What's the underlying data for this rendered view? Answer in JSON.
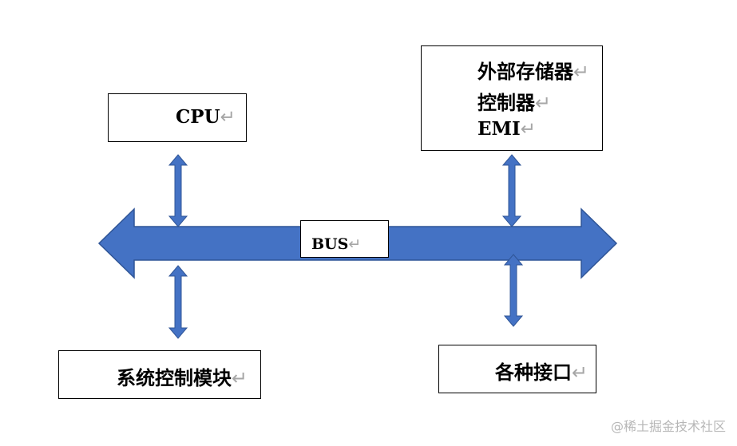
{
  "colors": {
    "bus_fill": "#4472c4",
    "bus_stroke": "#2f5597",
    "box_border": "#000000",
    "return_mark": "#a6a6a6",
    "watermark": "#b7b7b7"
  },
  "diagram": {
    "return_mark": "↵",
    "bus": {
      "label": "BUS"
    },
    "cpu": {
      "label": "CPU"
    },
    "emi": {
      "line1": "外部存储器",
      "line2": "控制器",
      "line3": "EMI"
    },
    "system_control": {
      "label": "系统控制模块"
    },
    "interfaces": {
      "label": "各种接口"
    }
  },
  "watermark": {
    "text": "@稀土掘金技术社区"
  }
}
